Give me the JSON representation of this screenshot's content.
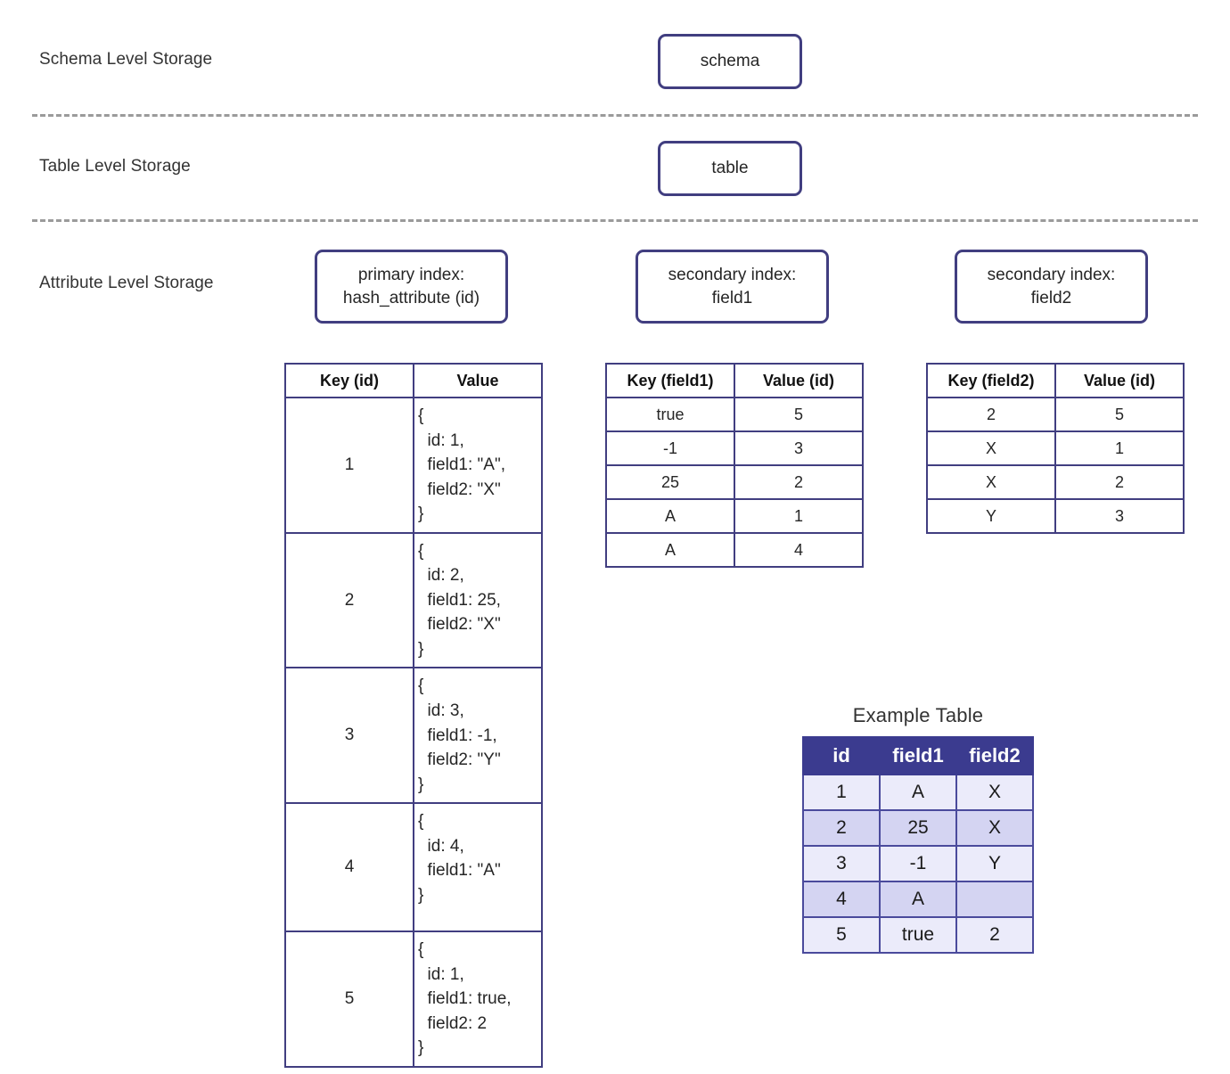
{
  "diagram": {
    "levels": [
      {
        "label": "Schema Level Storage"
      },
      {
        "label": "Table Level Storage"
      },
      {
        "label": "Attribute Level Storage"
      }
    ],
    "nodes": {
      "schema": "schema",
      "table": "table",
      "primary_index": "primary index:\nhash_attribute (id)",
      "secondary_index_1": "secondary index:\nfield1",
      "secondary_index_2": "secondary index:\nfield2"
    },
    "colors": {
      "box_border": "#413e80",
      "divider": "#9b9b9b",
      "table_border": "#413e80",
      "example_header_bg": "#3b3b8f",
      "example_row_odd": "#ebebfa",
      "example_row_even": "#d4d4f2",
      "label_text": "#333333"
    }
  },
  "primary_index_table": {
    "headers": {
      "key": "Key (id)",
      "value": "Value"
    },
    "rows": [
      {
        "key": "1",
        "value": "{\n  id: 1,\n  field1: \"A\",\n  field2: \"X\"\n}"
      },
      {
        "key": "2",
        "value": "{\n  id: 2,\n  field1: 25,\n  field2: \"X\"\n}"
      },
      {
        "key": "3",
        "value": "{\n  id: 3,\n  field1: -1,\n  field2: \"Y\"\n}"
      },
      {
        "key": "4",
        "value": "{\n  id: 4,\n  field1: \"A\"\n}"
      },
      {
        "key": "5",
        "value": "{\n  id: 1,\n  field1: true,\n  field2: 2\n}"
      }
    ]
  },
  "secondary_index_field1_table": {
    "headers": {
      "key": "Key (field1)",
      "value": "Value (id)"
    },
    "rows": [
      {
        "key": "true",
        "value": "5"
      },
      {
        "key": "-1",
        "value": "3"
      },
      {
        "key": "25",
        "value": "2"
      },
      {
        "key": "A",
        "value": "1"
      },
      {
        "key": "A",
        "value": "4"
      }
    ]
  },
  "secondary_index_field2_table": {
    "headers": {
      "key": "Key (field2)",
      "value": "Value (id)"
    },
    "rows": [
      {
        "key": "2",
        "value": "5"
      },
      {
        "key": "X",
        "value": "1"
      },
      {
        "key": "X",
        "value": "2"
      },
      {
        "key": "Y",
        "value": "3"
      }
    ]
  },
  "example_table": {
    "title": "Example Table",
    "headers": [
      "id",
      "field1",
      "field2"
    ],
    "rows": [
      [
        "1",
        "A",
        "X"
      ],
      [
        "2",
        "25",
        "X"
      ],
      [
        "3",
        "-1",
        "Y"
      ],
      [
        "4",
        "A",
        ""
      ],
      [
        "5",
        "true",
        "2"
      ]
    ]
  }
}
